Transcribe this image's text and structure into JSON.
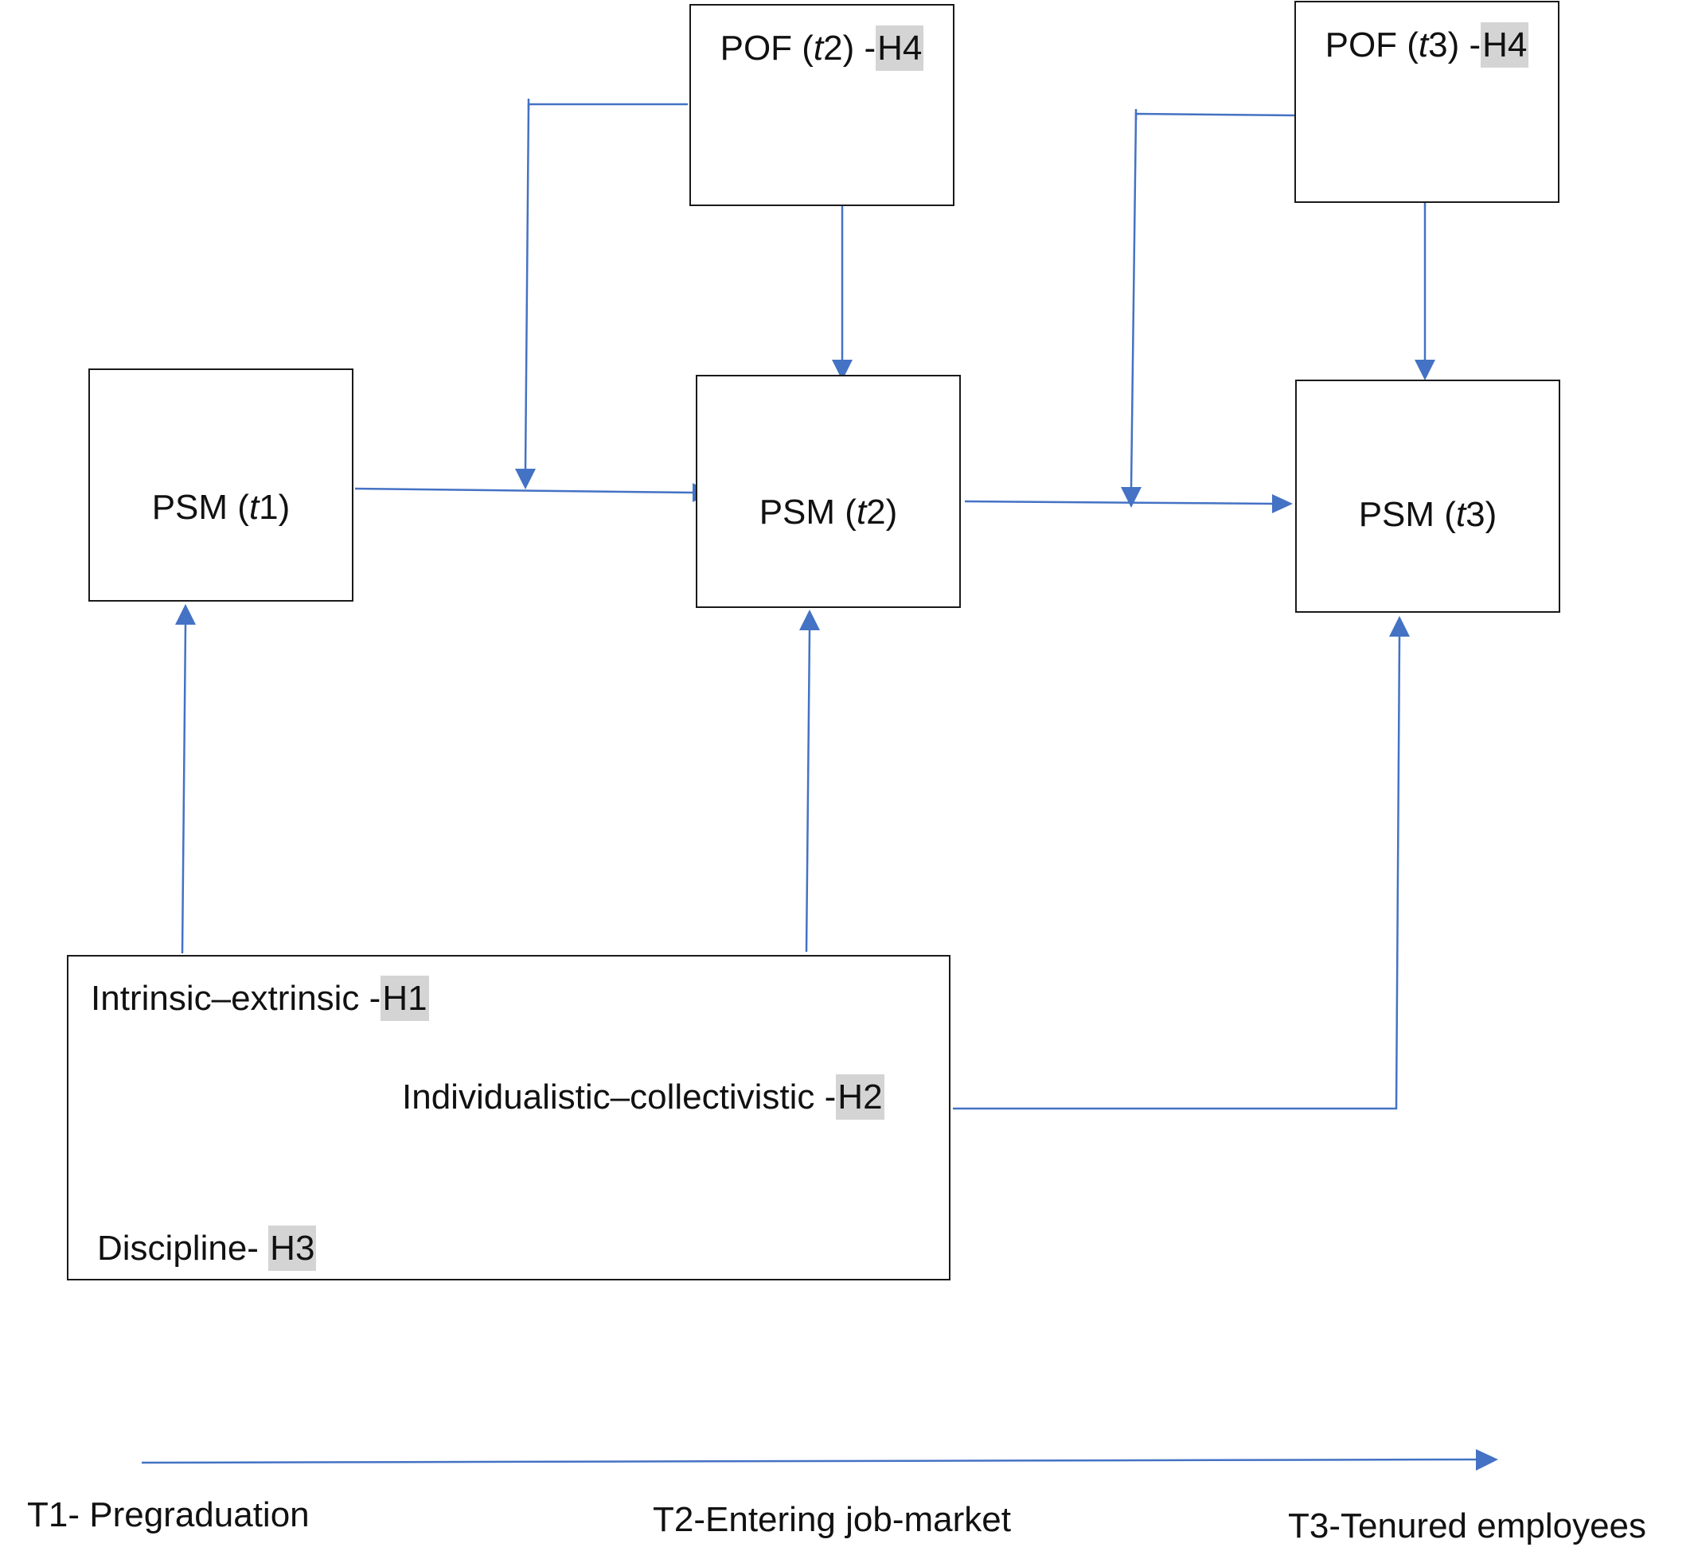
{
  "colors": {
    "arrow": "#4472C4",
    "box_border": "#1a1a1a",
    "highlight": "#d4d4d4"
  },
  "nodes": {
    "pof_t2": {
      "pre": "POF (",
      "var": "t",
      "post": "2) -",
      "tag": "H4"
    },
    "pof_t3": {
      "pre": "POF (",
      "var": "t",
      "post": "3) -",
      "tag": "H4"
    },
    "psm_t1": {
      "pre": "PSM (",
      "var": "t",
      "post": "1)"
    },
    "psm_t2": {
      "pre": "PSM (",
      "var": "t",
      "post": "2)"
    },
    "psm_t3": {
      "pre": "PSM (",
      "var": "t",
      "post": "3)"
    },
    "factors": {
      "intrinsic": {
        "text": "Intrinsic–extrinsic -",
        "tag": "H1"
      },
      "individualistic": {
        "text": "Individualistic–collectivistic -",
        "tag": "H2"
      },
      "discipline": {
        "text": "Discipline- ",
        "tag": "H3"
      }
    }
  },
  "timeline": {
    "t1": "T1- Pregraduation",
    "t2": "T2-Entering job-market",
    "t3": "T3-Tenured employees"
  },
  "edges": [
    {
      "from": "PSM (t1)",
      "to": "PSM (t2)"
    },
    {
      "from": "PSM (t2)",
      "to": "PSM (t3)"
    },
    {
      "from": "POF (t2)",
      "to": "PSM (t2)"
    },
    {
      "from": "POF (t2)",
      "to": "PSM (t1) → PSM (t2)"
    },
    {
      "from": "POF (t3)",
      "to": "PSM (t3)"
    },
    {
      "from": "POF (t3)",
      "to": "PSM (t2) → PSM (t3)"
    },
    {
      "from": "Intrinsic–extrinsic",
      "to": "PSM (t1)"
    },
    {
      "from": "Intrinsic–extrinsic",
      "to": "PSM (t2)"
    },
    {
      "from": "Individualistic–collectivistic",
      "to": "PSM (t3)"
    }
  ]
}
